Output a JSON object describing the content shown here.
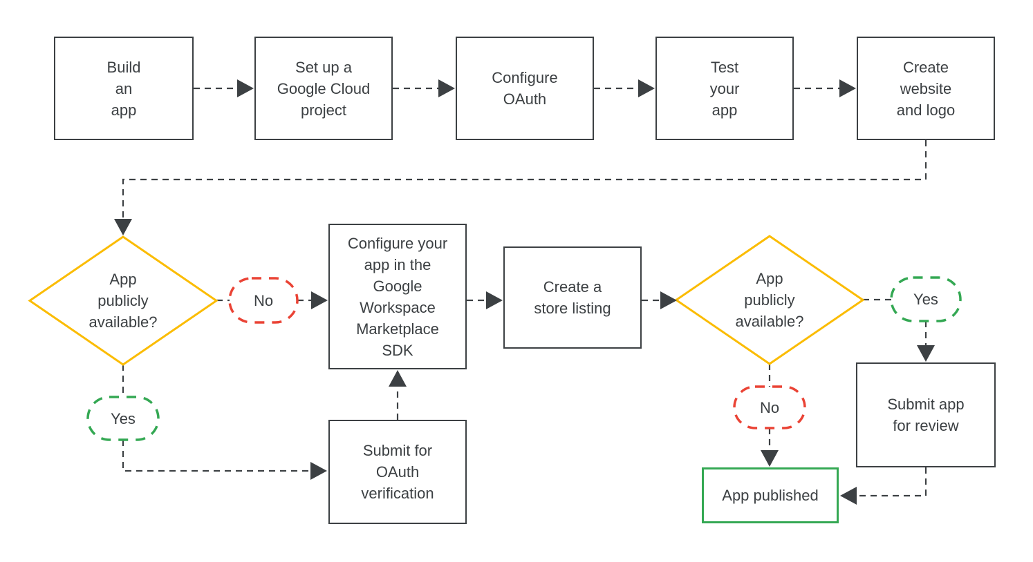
{
  "colors": {
    "outline": "#3c4043",
    "text": "#3c4043",
    "decision_border": "#fbbc04",
    "no_border": "#ea4335",
    "yes_border": "#34a853",
    "published_border": "#34a853"
  },
  "nodes": {
    "build_app": {
      "label": "Build\nan\napp"
    },
    "setup_project": {
      "label": "Set up a\nGoogle Cloud\nproject"
    },
    "configure_oauth": {
      "label": "Configure\nOAuth"
    },
    "test_app": {
      "label": "Test\nyour\napp"
    },
    "create_website": {
      "label": "Create\nwebsite\nand logo"
    },
    "decision_1": {
      "label": "App\npublicly\navailable?"
    },
    "no_1": {
      "label": "No"
    },
    "configure_sdk": {
      "label": "Configure your\napp in the\nGoogle\nWorkspace\nMarketplace\nSDK"
    },
    "store_listing": {
      "label": "Create a\nstore listing"
    },
    "decision_2": {
      "label": "App\npublicly\navailable?"
    },
    "yes_2": {
      "label": "Yes"
    },
    "submit_review": {
      "label": "Submit app\nfor review"
    },
    "no_2": {
      "label": "No"
    },
    "app_published": {
      "label": "App published"
    },
    "yes_1": {
      "label": "Yes"
    },
    "submit_oauth": {
      "label": "Submit for\nOAuth\nverification"
    }
  }
}
